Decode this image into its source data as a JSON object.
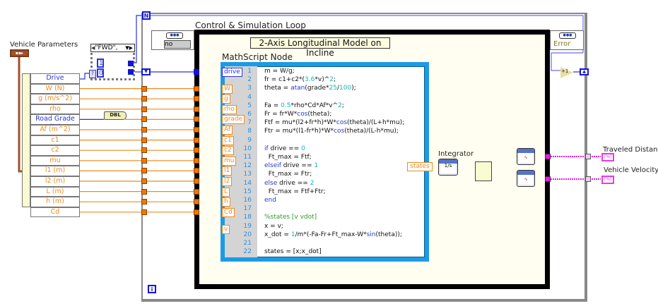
{
  "vehicle_parameters": {
    "label": "Vehicle Parameters",
    "constant_icon": "cluster-constant-icon",
    "fields": [
      {
        "label": "Drive",
        "type": "blue"
      },
      {
        "label": "W (N)",
        "type": "orange"
      },
      {
        "label": "g (m/s^2)",
        "type": "orange"
      },
      {
        "label": "rho",
        "type": "orange"
      },
      {
        "label": "Road Grade (%)",
        "type": "blue"
      },
      {
        "label": "Af (m^2)",
        "type": "orange"
      },
      {
        "label": "c1",
        "type": "orange"
      },
      {
        "label": "c2",
        "type": "orange"
      },
      {
        "label": "mu",
        "type": "orange"
      },
      {
        "label": "l1 (m)",
        "type": "orange"
      },
      {
        "label": "l2 (m)",
        "type": "orange"
      },
      {
        "label": "L (m)",
        "type": "orange"
      },
      {
        "label": "h (m)",
        "type": "orange"
      },
      {
        "label": "Cd",
        "type": "orange"
      }
    ]
  },
  "case_structure": {
    "selector": "\"FWD\",",
    "selector_terminal": "?",
    "constants": [
      "1",
      "0"
    ]
  },
  "coercion": {
    "label": "DBL"
  },
  "for_loop": {
    "count_terminal": "N",
    "iteration_terminal": "i"
  },
  "sim_loop": {
    "title": "Control & Simulation Loop",
    "left_input_value": "no",
    "right_output_value": "Error"
  },
  "mathscript": {
    "title_box": "2-Axis Longitudinal Model on Incline",
    "node_label": "MathScript Node",
    "inputs": [
      "drive",
      "W",
      "g",
      "rho",
      "grade",
      "Af",
      "c1",
      "c2",
      "mu",
      "l1",
      "l2",
      "L",
      "h",
      "Cd",
      "v"
    ],
    "output": "states",
    "code_lines": [
      "m = W/g;",
      "fr = c1+c2*(3.6*v)^2;",
      "theta = atan(grade*25/100);",
      "",
      "Fa = 0.5*rho*Cd*Af*v^2;",
      "Fr = fr*W*cos(theta);",
      "Ftf = mu*(l2+fr*h)*W*cos(theta)/(L+h*mu);",
      "Ftr = mu*(l1-fr*h)*W*cos(theta)/(L-h*mu);",
      "",
      "if drive == 0",
      "  Ft_max = Ftf;",
      "elseif drive == 1",
      "  Ft_max = Ftr;",
      "else drive == 2",
      "  Ft_max = Ftf+Ftr;",
      "end",
      "",
      "%states [v vdot]",
      "x = v;",
      "x_dot = 1/m*(-Fa-Fr+Ft_max-W*sin(theta));",
      "",
      "states = [x;x_dot]"
    ]
  },
  "integrator": {
    "label": "Integrator",
    "glyph": "1/s"
  },
  "increment": {
    "label": "+1"
  },
  "outputs": [
    {
      "label": "Traveled Distance",
      "indicator": "[%]"
    },
    {
      "label": "Vehicle Velocity",
      "indicator": "[%]"
    }
  ]
}
